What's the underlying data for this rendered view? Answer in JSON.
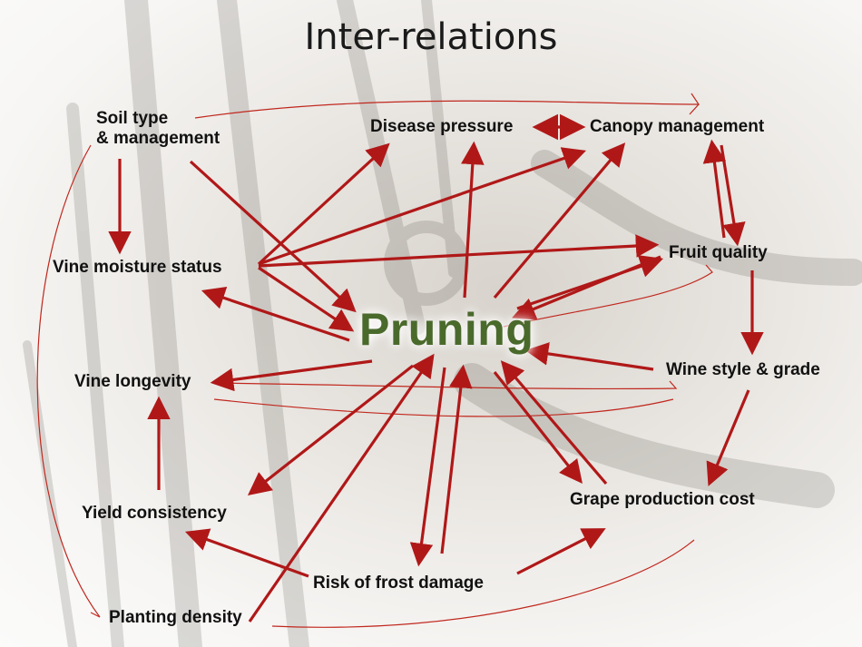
{
  "title": "Inter-relations",
  "center": "Pruning",
  "nodes": {
    "soil_line1": "Soil type",
    "soil_line2": "& management",
    "disease": "Disease pressure",
    "canopy": "Canopy management",
    "moisture": "Vine moisture status",
    "fruit": "Fruit quality",
    "longevity": "Vine longevity",
    "wine": "Wine style & grade",
    "yield": "Yield consistency",
    "cost": "Grape production cost",
    "frost": "Risk of frost damage",
    "planting": "Planting density"
  },
  "colors": {
    "arrow": "#b01818",
    "handdrawn": "#c0281e",
    "center_text": "#4a6a2c"
  }
}
